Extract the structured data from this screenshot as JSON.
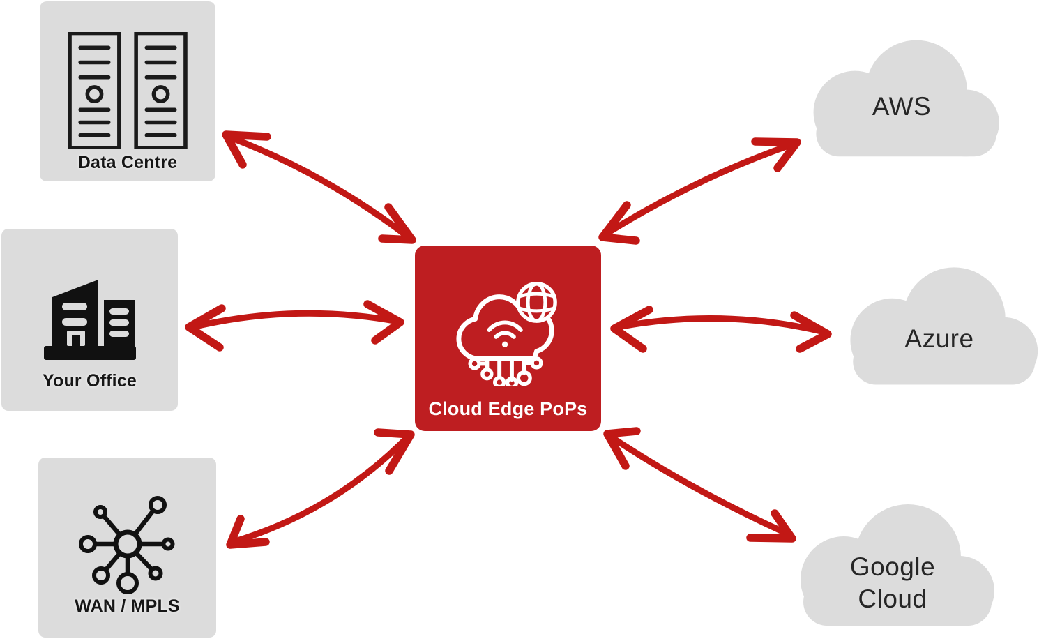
{
  "colors": {
    "pageBg": "#ffffff",
    "nodeGray": "#dcdcdc",
    "accentRed": "#be1e21",
    "arrowRed": "#c21815",
    "labelDark": "#161616",
    "cloudText": "#262626",
    "iconBlack": "#1a1a1a"
  },
  "diagram": {
    "left_nodes": [
      {
        "id": "data-centre",
        "label": "Data Centre",
        "icon": "server-racks-icon"
      },
      {
        "id": "your-office",
        "label": "Your Office",
        "icon": "office-buildings-icon"
      },
      {
        "id": "wan-mpls",
        "label": "WAN / MPLS",
        "icon": "hub-spoke-network-icon"
      }
    ],
    "center_node": {
      "id": "cloud-edge-pops",
      "label": "Cloud Edge PoPs",
      "icon": "cloud-circuit-globe-icon"
    },
    "right_nodes": [
      {
        "id": "aws",
        "label": "AWS"
      },
      {
        "id": "azure",
        "label": "Azure"
      },
      {
        "id": "google-cloud",
        "label": "Google Cloud",
        "label_lines": {
          "0": "Google",
          "1": "Cloud"
        }
      }
    ],
    "edges": [
      {
        "from": "data-centre",
        "to": "cloud-edge-pops",
        "bidirectional": true
      },
      {
        "from": "your-office",
        "to": "cloud-edge-pops",
        "bidirectional": true
      },
      {
        "from": "wan-mpls",
        "to": "cloud-edge-pops",
        "bidirectional": true
      },
      {
        "from": "cloud-edge-pops",
        "to": "aws",
        "bidirectional": true
      },
      {
        "from": "cloud-edge-pops",
        "to": "azure",
        "bidirectional": true
      },
      {
        "from": "cloud-edge-pops",
        "to": "google-cloud",
        "bidirectional": true
      }
    ]
  }
}
